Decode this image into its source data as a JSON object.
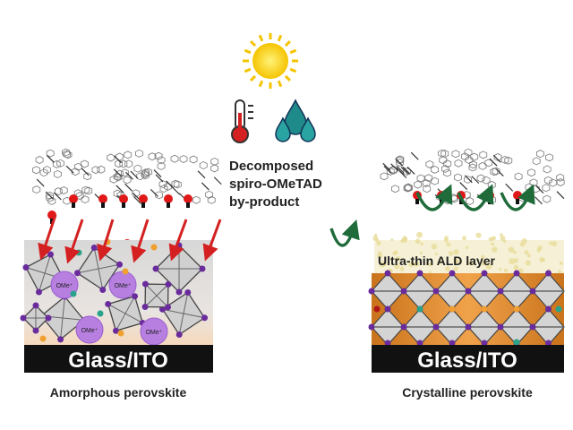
{
  "center": {
    "icons": [
      "sun-icon",
      "thermometer-icon",
      "water-drops-icon"
    ],
    "caption_lines": [
      "Decomposed",
      "spiro-OMeTAD",
      "by-product"
    ]
  },
  "left_panel": {
    "substrate": "Glass/ITO",
    "caption": "Amorphous perovskite",
    "ion_label": "OMe⁺"
  },
  "right_panel": {
    "ald_label": "Ultra-thin ALD layer",
    "substrate": "Glass/ITO",
    "caption": "Crystalline perovskite"
  },
  "colors": {
    "arrow_red": "#d42020",
    "arrow_green": "#1f6b3a",
    "node_purple": "#6a2c9c",
    "ion_purple": "#b77fe0",
    "crystal_orange": "#d9862a",
    "substrate": "#111111"
  }
}
